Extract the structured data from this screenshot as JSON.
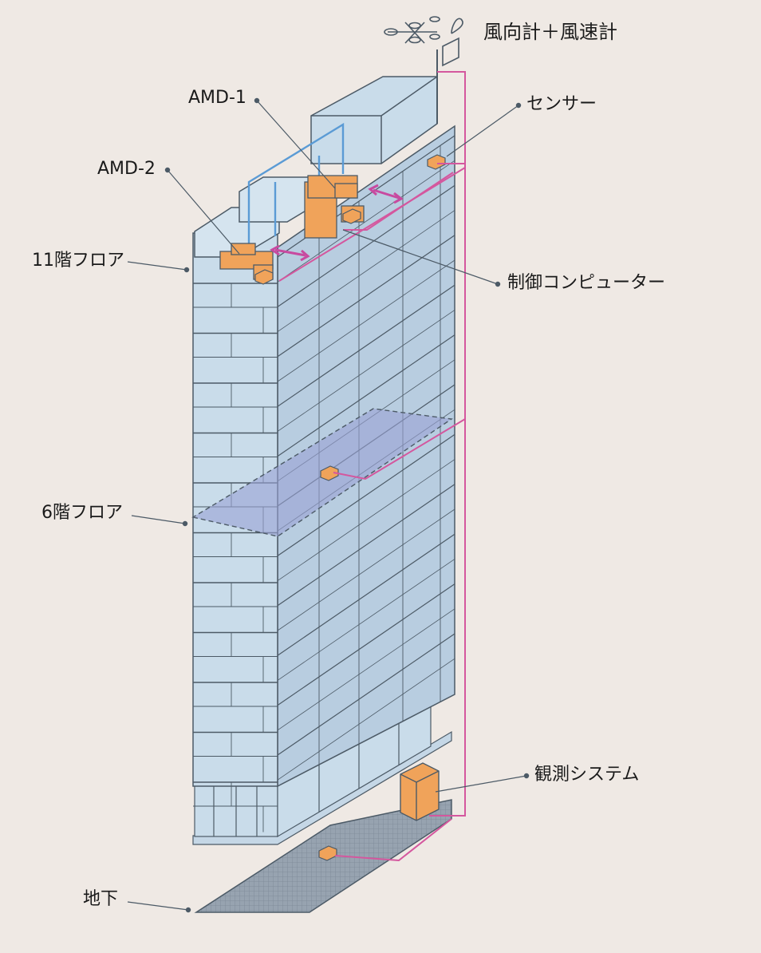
{
  "labels": {
    "wind_meter": "風向計＋風速計",
    "amd1": "AMD-1",
    "sensor": "センサー",
    "amd2": "AMD-2",
    "floor11": "11階フロア",
    "control_computer": "制御コンピューター",
    "floor6": "6階フロア",
    "observation_system": "観測システム",
    "basement": "地下"
  },
  "colors": {
    "background": "#efe9e4",
    "facade": "#c9dcea",
    "facade_side": "#b3cade",
    "outline": "#4c5a66",
    "device": "#f0a35a",
    "cable": "#d4579e",
    "damper_link": "#5b9bd5",
    "floor_highlight": "#9aa2d4",
    "basement_slab": "#8f9ba8"
  },
  "icons": [
    "anemometer-icon",
    "sensor-icon",
    "damper-icon",
    "computer-icon"
  ]
}
